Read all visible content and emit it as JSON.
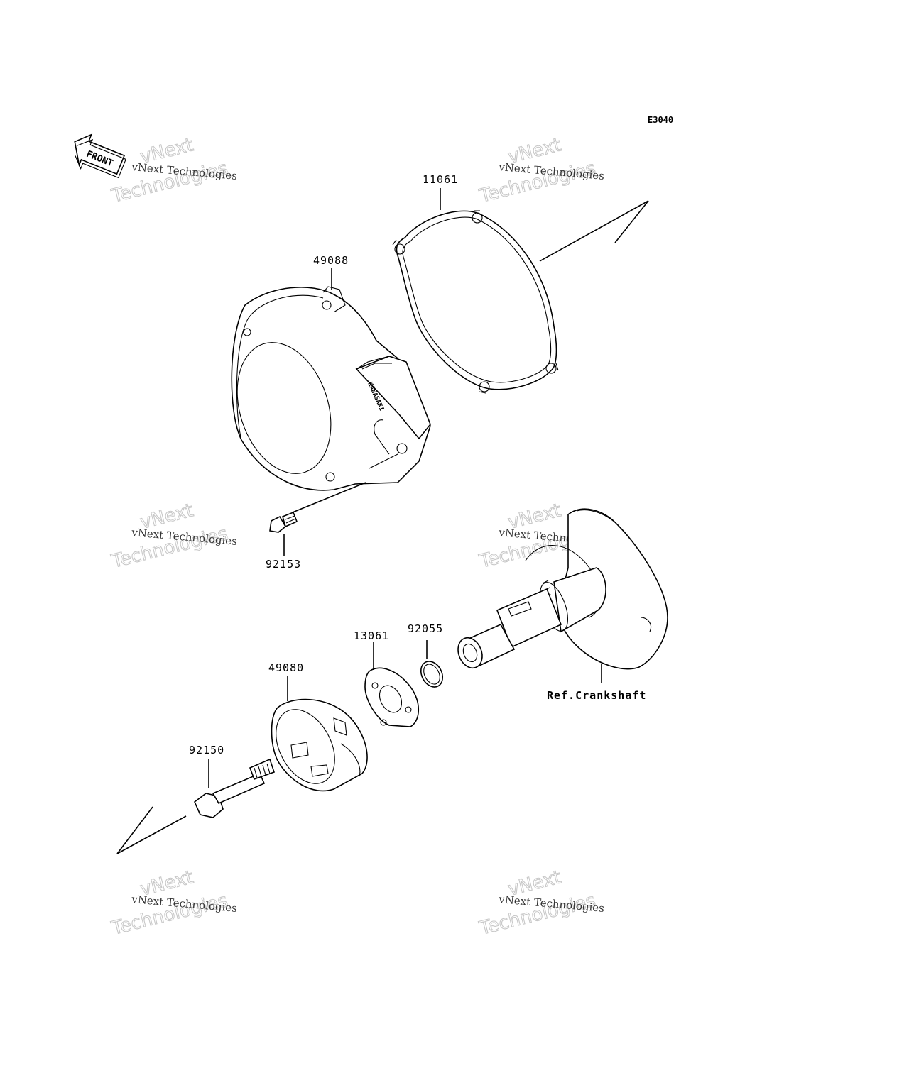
{
  "diagram": {
    "code": "E3040",
    "front_label": "FRONT",
    "cover_marking": "KAWASAKI",
    "parts": [
      {
        "number": "11061",
        "name": "gasket"
      },
      {
        "number": "49088",
        "name": "cover"
      },
      {
        "number": "92153",
        "name": "bolt"
      },
      {
        "number": "13061",
        "name": "plate"
      },
      {
        "number": "92055",
        "name": "o-ring"
      },
      {
        "number": "49080",
        "name": "cup"
      },
      {
        "number": "92150",
        "name": "bolt"
      }
    ],
    "reference_label": "Ref.Crankshaft"
  },
  "watermark": {
    "line1": "vNext",
    "line2": "Technologies",
    "small": "vNext Technologies"
  }
}
